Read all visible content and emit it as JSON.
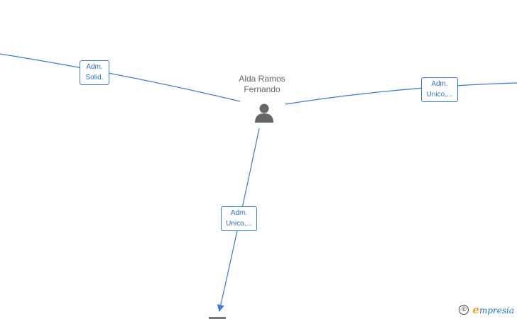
{
  "person": {
    "name_line1": "Alda Ramos",
    "name_line2": "Fernando",
    "icon": "person-icon"
  },
  "relations": [
    {
      "line1": "Adm.",
      "line2": "Solid."
    },
    {
      "line1": "Adm.",
      "line2": "Unico,..."
    },
    {
      "line1": "Adm.",
      "line2": "Unico,..."
    }
  ],
  "watermark": {
    "symbol": "©",
    "brand_first": "e",
    "brand_rest": "mpresia"
  },
  "colors": {
    "edge": "#3a7bd5",
    "label_text": "#2f6fc8",
    "person": "#666666",
    "brand_blue": "#2a74c9",
    "brand_orange": "#f39a1f"
  }
}
